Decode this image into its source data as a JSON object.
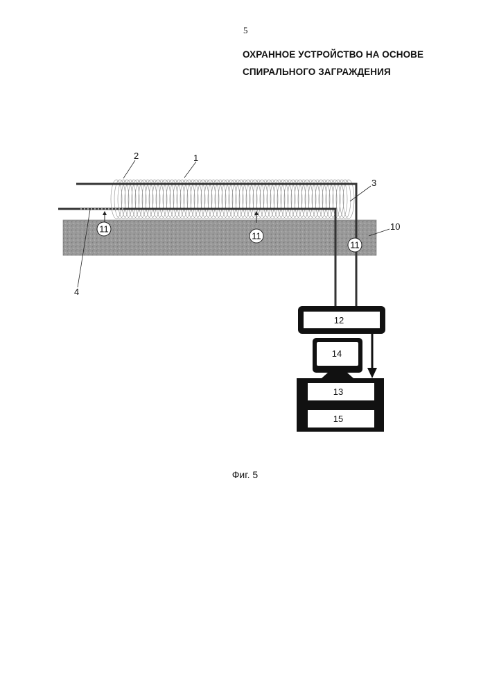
{
  "page_number": "5",
  "title_lines": [
    "ОХРАННОЕ УСТРОЙСТВО НА ОСНОВЕ",
    "СПИРАЛЬНОГО ЗАГРАЖДЕНИЯ"
  ],
  "caption": "Фиг. 5",
  "figure": {
    "ref_labels": {
      "coil": "1",
      "upper_cable": "2",
      "cable_bend": "3",
      "lower_cable": "4",
      "ground": "10",
      "sensor": "11",
      "block_12": "12",
      "block_13": "13",
      "monitor_14": "14",
      "block_15": "15"
    }
  }
}
